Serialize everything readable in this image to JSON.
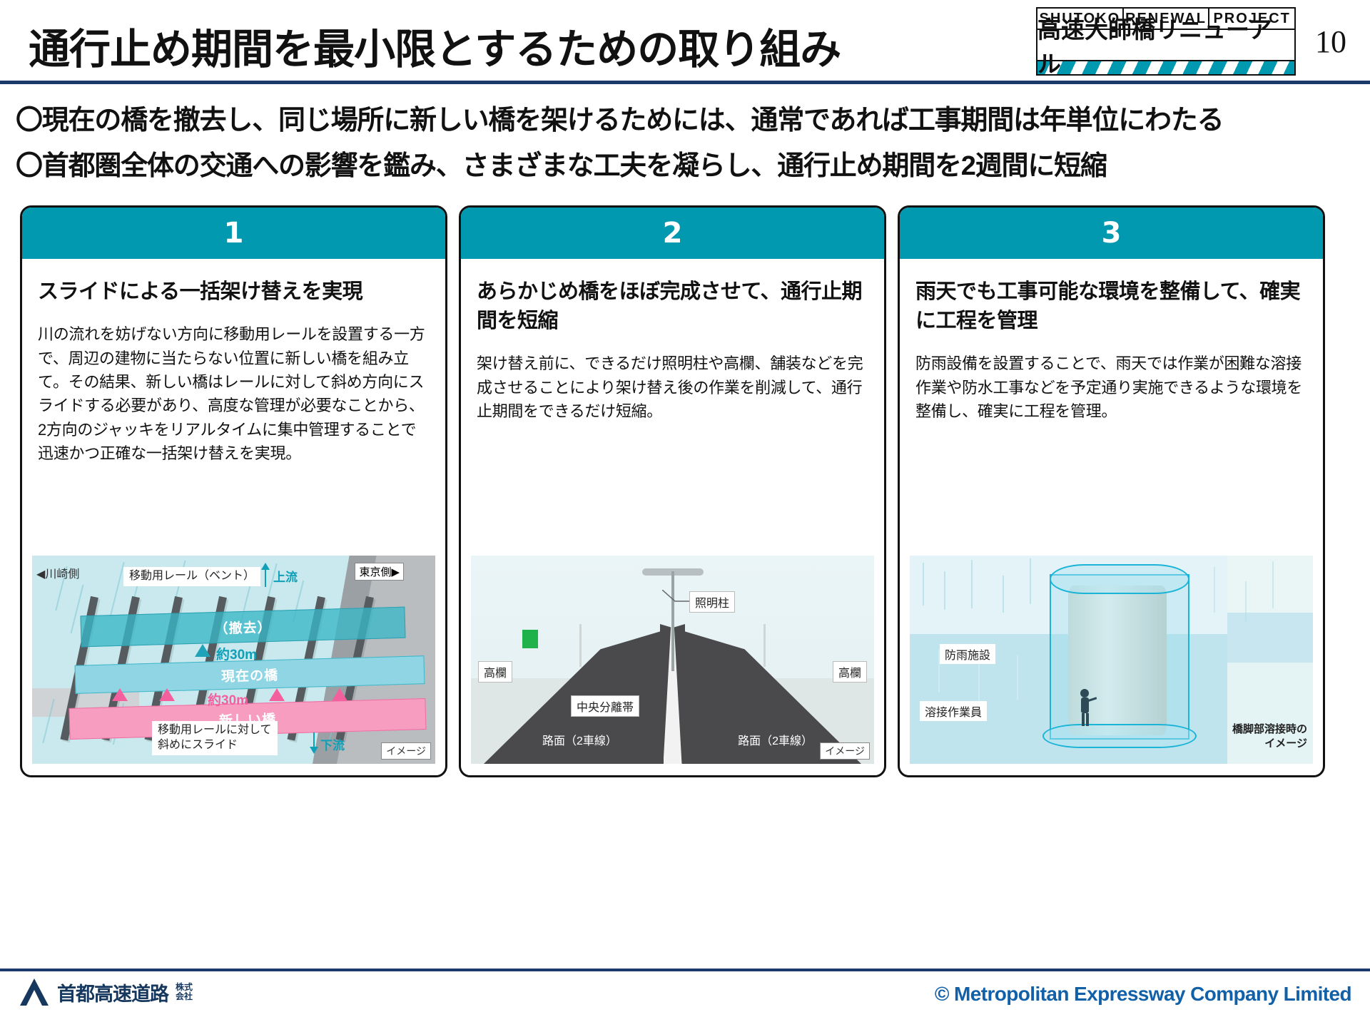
{
  "header": {
    "title": "通行止め期間を最小限とするための取り組み",
    "page_number": "10",
    "logo": {
      "line1": [
        "SHUTOKO",
        "RENEWAL",
        "PROJECT"
      ],
      "line2": "高速大師橋リニューアル"
    }
  },
  "bullets": [
    "〇現在の橋を撤去し、同じ場所に新しい橋を架けるためには、通常であれば工事期間は年単位にわたる",
    "〇首都圏全体の交通への影響を鑑み、さまざまな工夫を凝らし、通行止め期間を2週間に短縮"
  ],
  "cards": [
    {
      "number": "1",
      "title": "スライドによる一括架け替えを実現",
      "text": "川の流れを妨げない方向に移動用レールを設置する一方で、周辺の建物に当たらない位置に新しい橋を組み立て。その結果、新しい橋はレールに対して斜め方向にスライドする必要があり、高度な管理が必要なことから、2方向のジャッキをリアルタイムに集中管理することで迅速かつ正確な一括架け替えを実現。",
      "illustration": {
        "side_left": "川崎側",
        "side_right": "東京側",
        "flow_up": "上流",
        "flow_down": "下流",
        "callout_rail": "移動用レール（ベント）",
        "deck_removed": "（撤去）",
        "deck_current": "現在の橋",
        "deck_new": "新しい橋",
        "dim_upper": "約30m",
        "dim_lower": "約30m",
        "callout_slide": "移動用レールに対して\n斜めにスライド",
        "image_tag": "イメージ"
      }
    },
    {
      "number": "2",
      "title": "あらかじめ橋をほぼ完成させて、通行止期間を短縮",
      "text": "架け替え前に、できるだけ照明柱や高欄、舗装などを完成させることにより架け替え後の作業を削減して、通行止期間をできるだけ短縮。",
      "illustration": {
        "label_lightpole": "照明柱",
        "label_railing_left": "高欄",
        "label_railing_right": "高欄",
        "label_median": "中央分離帯",
        "label_road_left": "路面（2車線）",
        "label_road_right": "路面（2車線）",
        "image_tag": "イメージ"
      }
    },
    {
      "number": "3",
      "title": "雨天でも工事可能な環境を整備して、確実に工程を管理",
      "text": "防雨設備を設置することで、雨天では作業が困難な溶接作業や防水工事などを予定通り実施できるような環境を整備し、確実に工程を管理。",
      "illustration": {
        "label_rainshield": "防雨施設",
        "label_welder": "溶接作業員",
        "caption_line1": "橋脚部溶接時の",
        "caption_line2": "イメージ"
      }
    }
  ],
  "footer": {
    "company": "首都高速道路",
    "company_suffix_top": "株式",
    "company_suffix_bottom": "会社",
    "copyright": "© Metropolitan Expressway Company Limited"
  },
  "colors": {
    "accent_teal": "#0099b0",
    "navy_rule": "#1b3a6b",
    "footer_blue": "#1261a8",
    "pink": "#f4609d"
  }
}
